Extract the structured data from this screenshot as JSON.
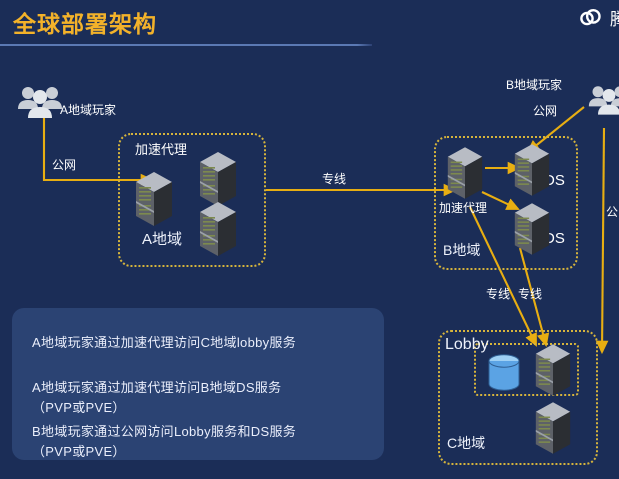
{
  "header": {
    "title": "全球部署架构",
    "brand_logo": "cloud-logo-icon",
    "brand_text": "腾"
  },
  "actors": [
    {
      "id": "players-a",
      "label": "A地域玩家",
      "icon": "people-group-icon"
    },
    {
      "id": "players-b",
      "label": "B地域玩家",
      "icon": "people-group-icon"
    }
  ],
  "regions": [
    {
      "id": "region-a",
      "name": "A地域",
      "proxy_label": "加速代理",
      "racks": 3
    },
    {
      "id": "region-b",
      "name": "B地域",
      "proxy_label": "加速代理",
      "ds_labels": [
        "DS",
        "DS"
      ],
      "racks": 3
    },
    {
      "id": "region-c",
      "name": "C地域",
      "inner_zone": "Lobby",
      "database_icon": "database-cylinder-icon",
      "racks": 2
    }
  ],
  "links": [
    {
      "id": "link-players-a-to-region-a",
      "label": "公网",
      "kind": "public-network"
    },
    {
      "id": "link-region-a-to-region-b",
      "label": "专线",
      "kind": "dedicated-line"
    },
    {
      "id": "link-players-b-to-region-b",
      "label": "公网",
      "kind": "public-network"
    },
    {
      "id": "link-region-b-to-lobby-1",
      "label": "专线",
      "kind": "dedicated-line"
    },
    {
      "id": "link-region-b-to-lobby-2",
      "label": "专线",
      "kind": "dedicated-line"
    },
    {
      "id": "link-players-b-to-region-c",
      "label": "公网",
      "kind": "public-network"
    }
  ],
  "legend": {
    "lines": [
      "A地域玩家通过加速代理访问C地域lobby服务",
      "A地域玩家通过加速代理访问B地域DS服务",
      "（PVP或PVE）",
      "B地域玩家通过公网访问Lobby服务和DS服务",
      "（PVP或PVE）"
    ]
  },
  "colors": {
    "background": "#1b2d57",
    "title": "#f3b22a",
    "arrow": "#e8ae12",
    "region_border": "#d6b43c",
    "legend_bg": "#2b4373",
    "text": "#eef2fb",
    "database": "#69a9e8"
  }
}
